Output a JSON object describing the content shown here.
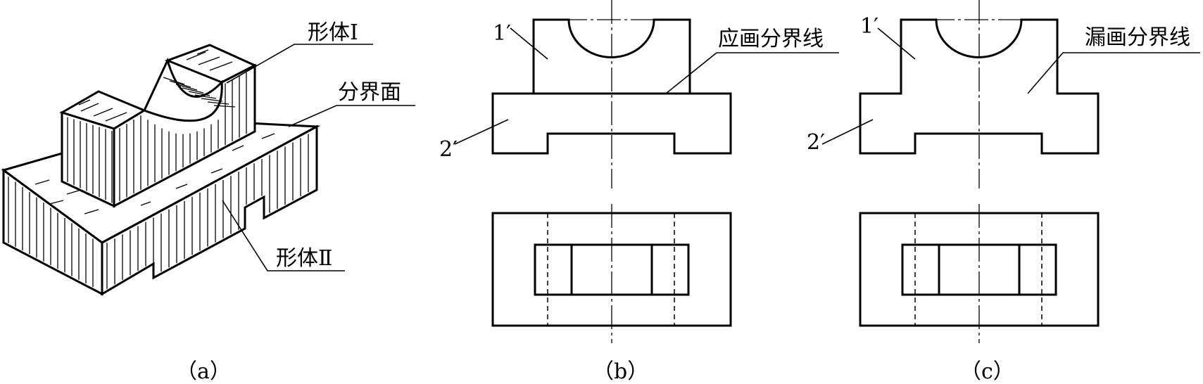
{
  "diagram": {
    "panel_a": {
      "label_body1": "形体Ⅰ",
      "label_interface": "分界面",
      "label_body2": "形体Ⅱ",
      "caption": "（a）"
    },
    "panel_b": {
      "label_1": "1′",
      "label_2": "2′",
      "label_boundary": "应画分界线",
      "caption": "（b）"
    },
    "panel_c": {
      "label_1": "1′",
      "label_2": "2′",
      "label_boundary": "漏画分界线",
      "caption": "（c）"
    }
  }
}
